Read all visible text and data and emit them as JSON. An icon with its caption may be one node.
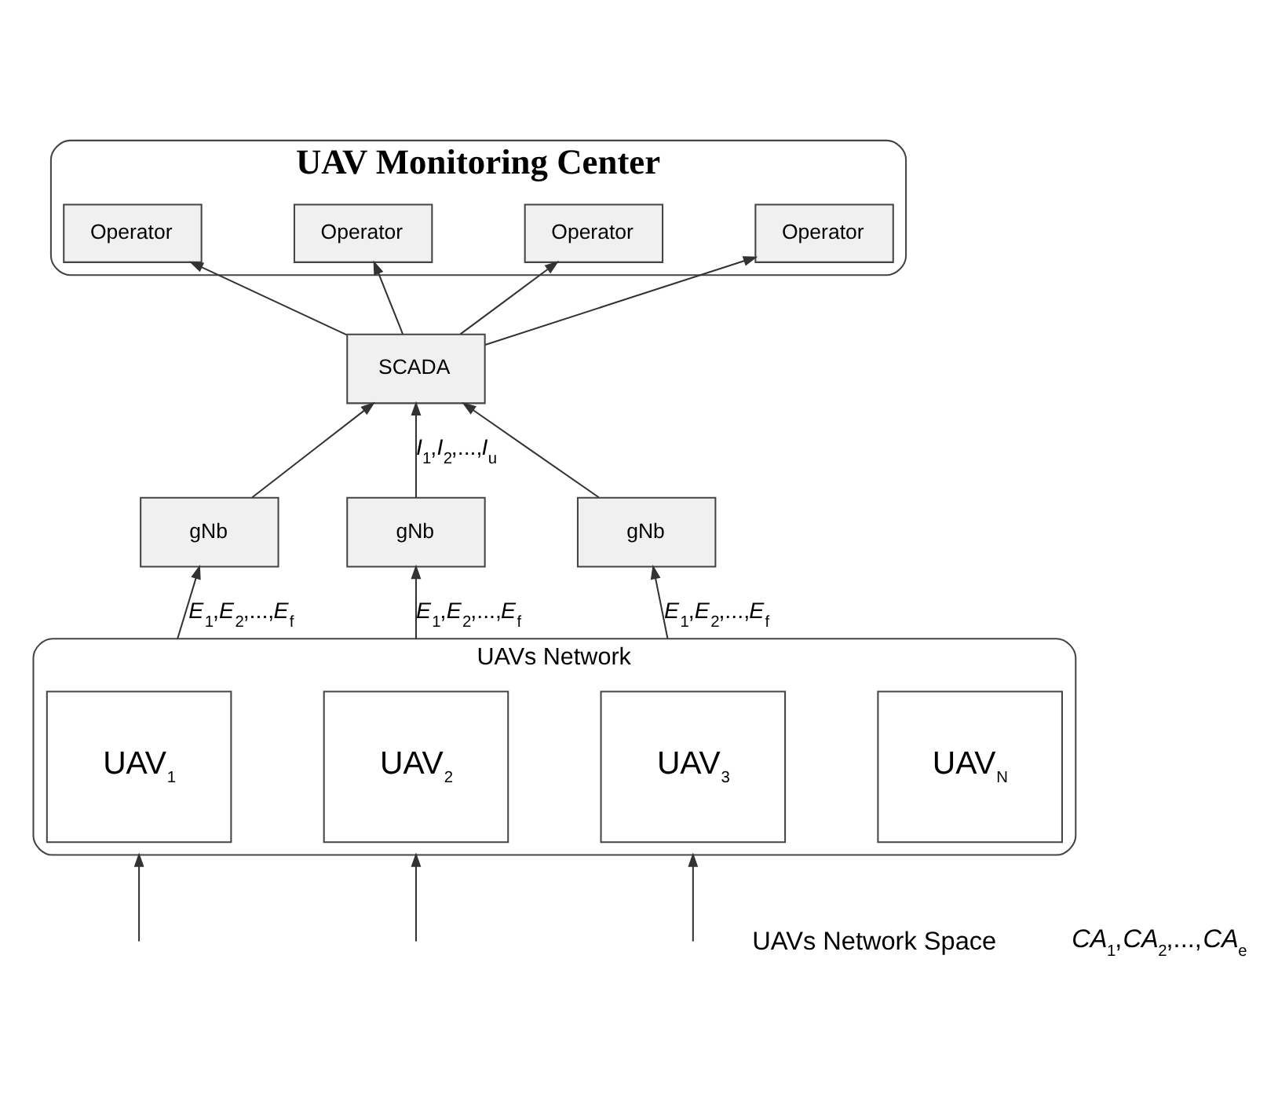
{
  "diagram": {
    "nodes": [
      {
        "text": [
          "UAV Monitoring Center"
        ]
      },
      {
        "text": [
          "Operator"
        ],
        "in": 0
      },
      {
        "text": [
          "Operator"
        ],
        "in": 0
      },
      {
        "text": [
          "Operator"
        ],
        "in": 0
      },
      {
        "text": [
          "Operator"
        ],
        "in": 0
      },
      {
        "text": [
          "SCADA"
        ]
      },
      {
        "text": [
          "gNb"
        ]
      },
      {
        "text": [
          "gNb"
        ]
      },
      {
        "text": [
          "gNb"
        ]
      },
      {
        "text": [
          "UAVs Network"
        ]
      },
      {
        "text": [
          "UAV$_{1}$"
        ],
        "in": 9
      },
      {
        "text": [
          "UAV$_{2}$"
        ],
        "in": 9
      },
      {
        "text": [
          "UAV$_{3}$"
        ],
        "in": 9
      },
      {
        "text": [
          "UAV$_{N}$"
        ],
        "in": 9
      }
    ],
    "edges": [
      {
        "from": 5,
        "to": 1,
        "arrow": "to"
      },
      {
        "from": 5,
        "to": 2,
        "arrow": "to"
      },
      {
        "from": 5,
        "to": 3,
        "arrow": "to"
      },
      {
        "from": 5,
        "to": 4,
        "arrow": "to"
      },
      {
        "from": 6,
        "to": 5,
        "arrow": "to"
      },
      {
        "from": 7,
        "to": 5,
        "arrow": "to",
        "label": "*I*$_{1}$,*I*$_{2}$,...,*I*$_{u}$"
      },
      {
        "from": 8,
        "to": 5,
        "arrow": "to"
      },
      {
        "from": 9,
        "to": 6,
        "arrow": "to",
        "label": "*E*$_{1}$,*E*$_{2}$,...,*E*$_{f}$"
      },
      {
        "from": 9,
        "to": 7,
        "arrow": "to",
        "label": "*E*$_{1}$,*E*$_{2}$,...,*E*$_{f}$"
      },
      {
        "from": 9,
        "to": 8,
        "arrow": "to",
        "label": "*E*$_{1}$,*E*$_{2}$,...,*E*$_{f}$"
      },
      {
        "from": null,
        "to": 9,
        "arrow": "to"
      },
      {
        "from": null,
        "to": 9,
        "arrow": "to"
      },
      {
        "from": null,
        "to": 9,
        "arrow": "to"
      }
    ],
    "labels": [
      "UAVs Network Space",
      "*CA*$_{1}$,*CA*$_{2}$,...,*CA*$_{e}$"
    ]
  }
}
